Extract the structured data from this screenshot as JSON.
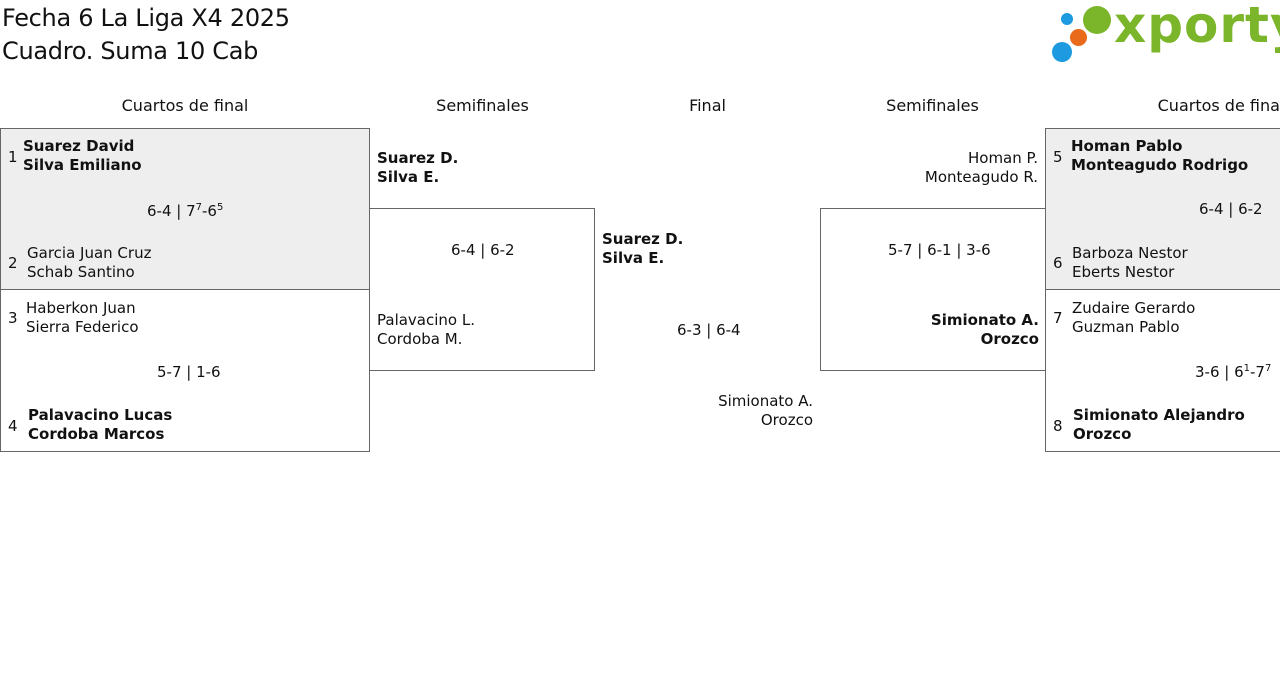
{
  "title": {
    "line1": "Fecha 6 La Liga X4 2025",
    "line2": "Cuadro. Suma 10 Cab"
  },
  "logo": {
    "text": "xporty",
    "colors": [
      "#1e9be0",
      "#e86a1a",
      "#7ab52a"
    ]
  },
  "headers": {
    "left_qf": "Cuartos de final",
    "left_sf": "Semifinales",
    "final": "Final",
    "right_sf": "Semifinales",
    "right_qf": "Cuartos de final"
  },
  "left_qf": [
    {
      "top": {
        "seed": "1",
        "p1": "Suarez David",
        "p2": "Silva Emiliano"
      },
      "bottom": {
        "seed": "2",
        "p1": "Garcia Juan Cruz",
        "p2": "Schab Santino"
      },
      "score": {
        "s1": "6-4 | 7",
        "sup1": "7",
        "mid": "-6",
        "sup2": "5"
      }
    },
    {
      "top": {
        "seed": "3",
        "p1": "Haberkon Juan",
        "p2": "Sierra Federico"
      },
      "bottom": {
        "seed": "4",
        "p1": "Palavacino Lucas",
        "p2": "Cordoba Marcos"
      },
      "score": {
        "text": "5-7 | 1-6"
      }
    }
  ],
  "left_sf": {
    "top": {
      "p1": "Suarez D.",
      "p2": "Silva E."
    },
    "bottom": {
      "p1": "Palavacino L.",
      "p2": "Cordoba M."
    },
    "score": "6-4 | 6-2"
  },
  "final": {
    "top": {
      "p1": "Suarez D.",
      "p2": "Silva E."
    },
    "bottom": {
      "p1": "Simionato A.",
      "p2": "Orozco"
    },
    "score": "6-3 | 6-4"
  },
  "right_sf": {
    "top": {
      "p1": "Homan P.",
      "p2": "Monteagudo R."
    },
    "bottom": {
      "p1": "Simionato A.",
      "p2": "Orozco"
    },
    "score": "5-7 | 6-1 | 3-6"
  },
  "right_qf": [
    {
      "top": {
        "seed": "5",
        "p1": "Homan Pablo",
        "p2": "Monteagudo Rodrigo"
      },
      "bottom": {
        "seed": "6",
        "p1": "Barboza Nestor",
        "p2": "Eberts Nestor"
      },
      "score": {
        "text": "6-4 | 6-2"
      }
    },
    {
      "top": {
        "seed": "7",
        "p1": "Zudaire Gerardo",
        "p2": "Guzman Pablo"
      },
      "bottom": {
        "seed": "8",
        "p1": "Simionato Alejandro",
        "p2": "Orozco"
      },
      "score": {
        "s1": "3-6 | 6",
        "sup1": "1",
        "mid": "-7",
        "sup2": "7"
      }
    }
  ]
}
